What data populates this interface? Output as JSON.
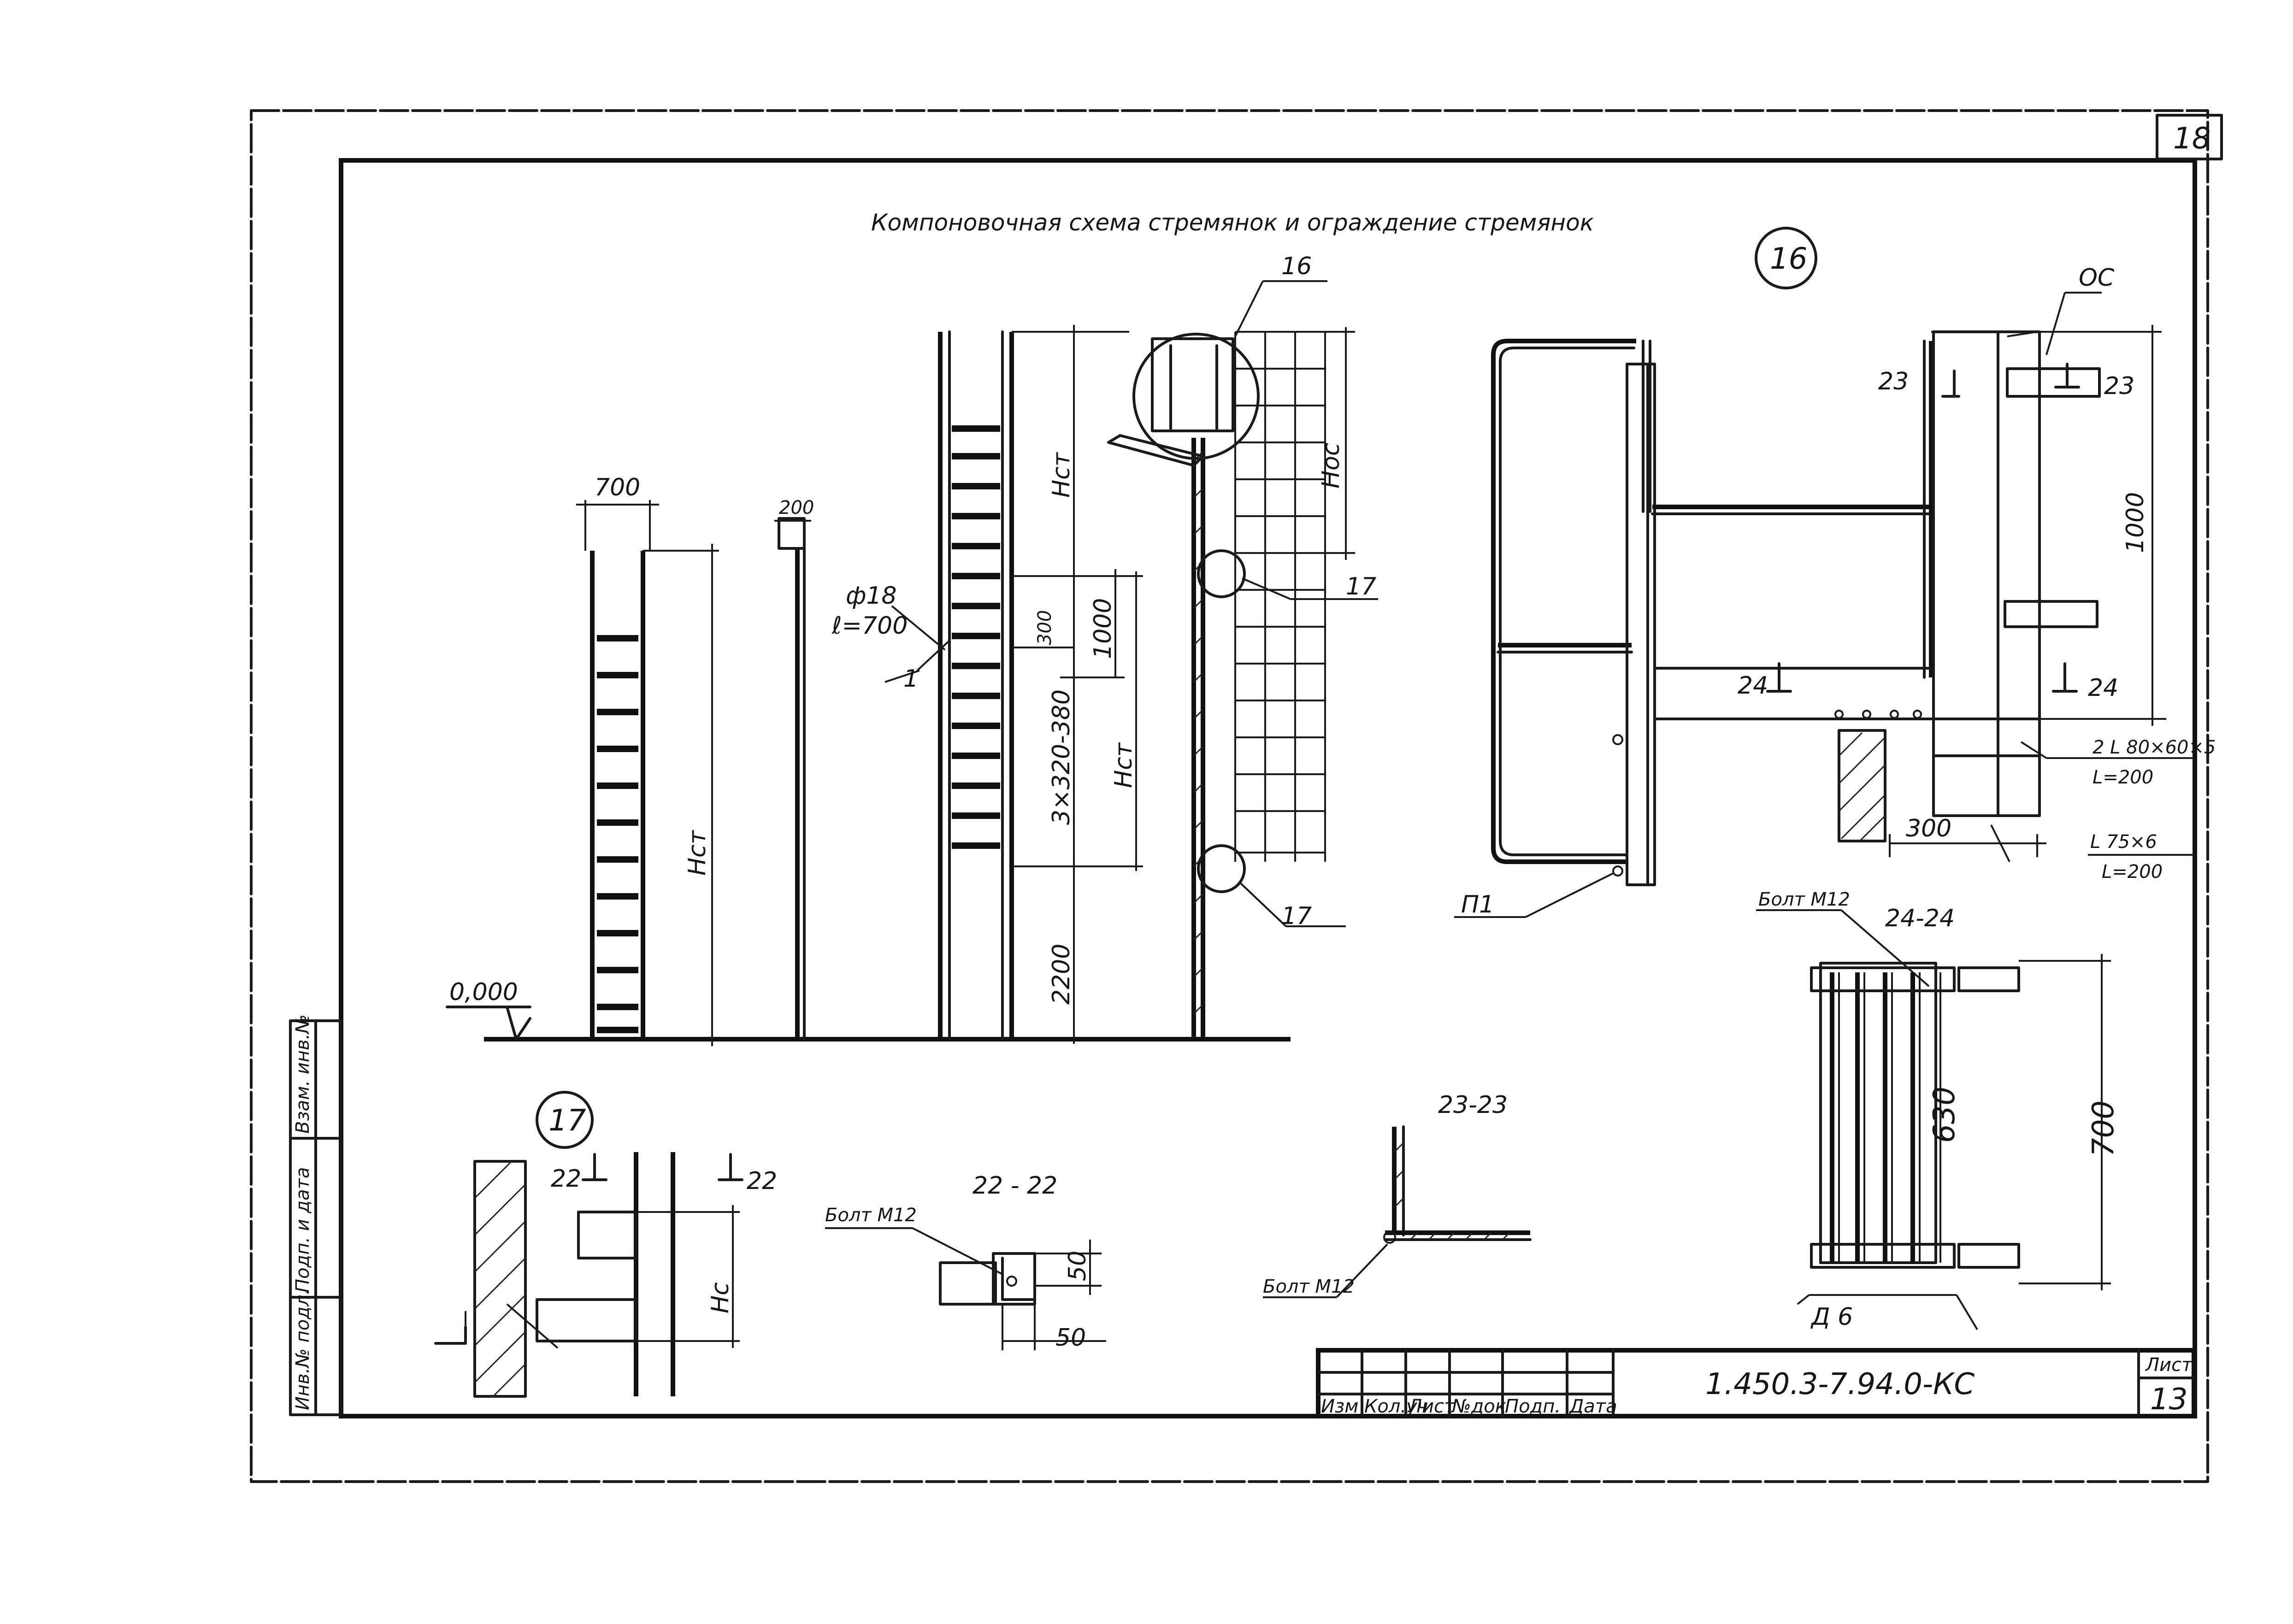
{
  "drawing": {
    "title": "Компоновочная схема стремянок и ограждение стремянок",
    "sheet_corner": "18",
    "code": "1.450.3-7.94.0-КС",
    "sheet_label": "Лист",
    "sheet_no": "13",
    "stamp_cols": [
      "Изм",
      "Кол.уч",
      "Лист",
      "№док",
      "Подп.",
      "Дата"
    ],
    "side_stamp": [
      "Инв.№ подл.",
      "Подп. и дата",
      "Взам. инв.№"
    ]
  },
  "elevation": {
    "zero": "0,000",
    "w700": "700",
    "w200": "200",
    "hst": "Hст",
    "hos": "Hос",
    "d300": "300",
    "d1000": "1000",
    "step": "3×320-380",
    "d2200": "2200",
    "rod": "ф18",
    "rod_len": "ℓ=700",
    "pos1": "1",
    "call16": "16",
    "call17a": "17",
    "call17b": "17"
  },
  "detail16": {
    "circle": "16",
    "os": "ОС",
    "s23": "23",
    "s24": "24",
    "d1000": "1000",
    "angle1": "2 L 80×60×5",
    "angle1_len": "L=200",
    "d300": "300",
    "angle2": "L 75×6",
    "angle2_len": "L=200",
    "p1": "П1"
  },
  "section2424": {
    "title": "24-24",
    "bolt": "Болт М12",
    "d630": "630",
    "d700": "700",
    "d6": "Д 6"
  },
  "detail17": {
    "circle": "17",
    "s22": "22",
    "hc": "Hс"
  },
  "section2222": {
    "title": "22 - 22",
    "bolt": "Болт М12",
    "d50a": "50",
    "d50b": "50"
  },
  "section2323": {
    "title": "23-23",
    "bolt": "Болт М12"
  }
}
